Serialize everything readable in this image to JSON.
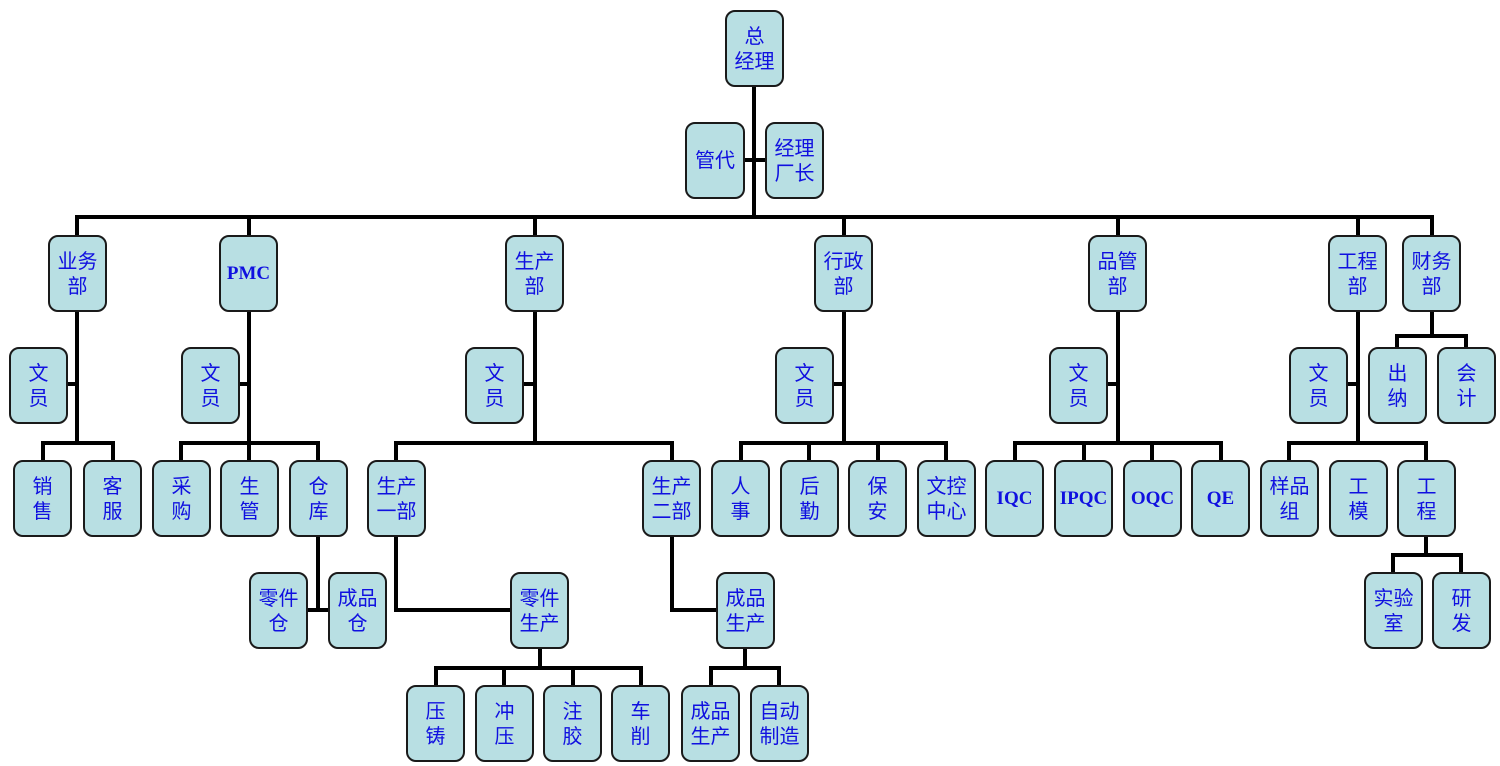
{
  "nodes": {
    "gm": "总\n经理",
    "guandai": "管代",
    "factory_manager": "经理\n厂长",
    "sales": "业务\n部",
    "pmc": "PMC",
    "production": "生产\n部",
    "admin": "行政\n部",
    "qc": "品管\n部",
    "engineering": "工程\n部",
    "finance": "财务\n部",
    "sales_clerk": "文\n员",
    "xiaoshou": "销\n售",
    "kefu": "客\n服",
    "pmc_clerk": "文\n员",
    "caigou": "采\n购",
    "shengguan": "生\n管",
    "cangku": "仓\n库",
    "lingjian_cang": "零件\n仓",
    "chengpin_cang": "成品\n仓",
    "prod_clerk": "文\n员",
    "prod_dept1": "生产\n一部",
    "prod_dept2": "生产\n二部",
    "parts_prod": "零件\n生产",
    "yazhu": "压\n铸",
    "chongya": "冲\n压",
    "zhujiao": "注\n胶",
    "chexiao": "车\n削",
    "finished_prod": "成品\n生产",
    "finished_prod_sub": "成品\n生产",
    "auto_mfg": "自动\n制造",
    "admin_clerk": "文\n员",
    "renshi": "人\n事",
    "houqin": "后\n勤",
    "baoan": "保\n安",
    "wenkong": "文控\n中心",
    "qc_clerk": "文\n员",
    "iqc": "IQC",
    "ipqc": "IPQC",
    "oqc": "OQC",
    "qe": "QE",
    "eng_clerk": "文\n员",
    "yangpin": "样品\n组",
    "gongmo": "工\n模",
    "gongcheng": "工\n程",
    "shiyanshi": "实验\n室",
    "yanfa": "研\n发",
    "chuna": "出\n纳",
    "kuaiji": "会\n计"
  },
  "colors": {
    "node_fill": "#b8dfe3",
    "node_border": "#1a1a1a",
    "text": "#1010e0",
    "connector": "#000000"
  }
}
